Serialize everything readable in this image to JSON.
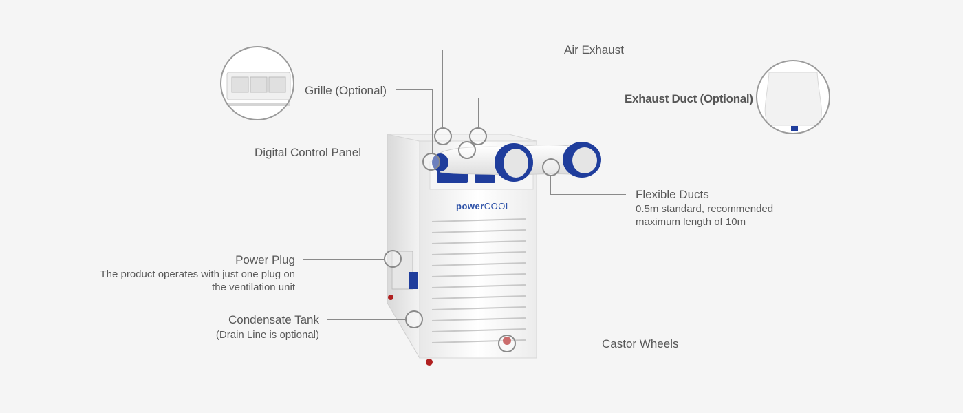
{
  "callouts": {
    "air_exhaust": "Air Exhaust",
    "grille": "Grille (Optional)",
    "exhaust_duct": "Exhaust Duct (Optional)",
    "control_panel": "Digital Control Panel",
    "flexible_ducts": {
      "title": "Flexible Ducts",
      "desc_line1": "0.5m standard, recommended",
      "desc_line2": "maximum length of 10m"
    },
    "power_plug": {
      "title": "Power Plug",
      "desc_line1": "The product operates with just one plug on",
      "desc_line2": "the ventilation unit"
    },
    "condensate_tank": {
      "title": "Condensate Tank",
      "desc": "(Drain Line is optional)"
    },
    "castor_wheels": "Castor Wheels"
  },
  "brand": {
    "bold": "power",
    "light": "COOL"
  },
  "colors": {
    "background": "#f5f5f5",
    "duct_blue": "#1f3d9c",
    "line": "#8a8a8a",
    "wheel": "#b02020"
  }
}
